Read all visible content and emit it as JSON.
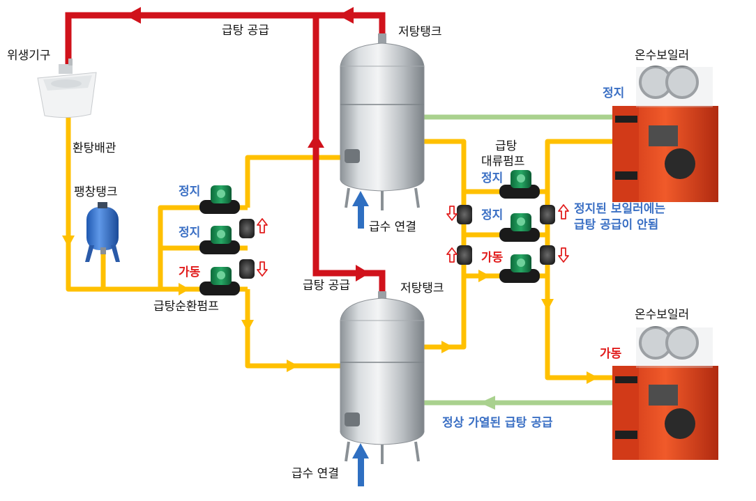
{
  "labels": {
    "fixture": "위생기구",
    "hot_supply_top": "급탕 공급",
    "tank_top": "저탕탱크",
    "boiler_top": "온수보일러",
    "return_pipe": "환탕배관",
    "expansion_tank": "팽창탱크",
    "supply_pump_l1": "급탕",
    "supply_pump_l2": "대류펌프",
    "water_inlet_top": "급수 연결",
    "circ_pump": "급탕순환펌프",
    "hot_supply_mid": "급탕 공급",
    "tank_bottom": "저탕탱크",
    "boiler_bottom": "온수보일러",
    "normal_supply": "정상 가열된 급탕 공급",
    "water_inlet_bottom": "급수 연결"
  },
  "status": {
    "stop": "정지",
    "run": "가동"
  },
  "notes": {
    "stopped_boiler_l1": "정지된 보일러에는",
    "stopped_boiler_l2": "급탕 공급이 안됨"
  },
  "colors": {
    "hot_line": "#d0121b",
    "return_line": "#ffc000",
    "green_line": "#a9d18e",
    "inlet_blue": "#2f6fc1",
    "status_blue": "#3a6fc4",
    "status_red": "#e11d1d",
    "boiler_red": "#e8471f"
  }
}
